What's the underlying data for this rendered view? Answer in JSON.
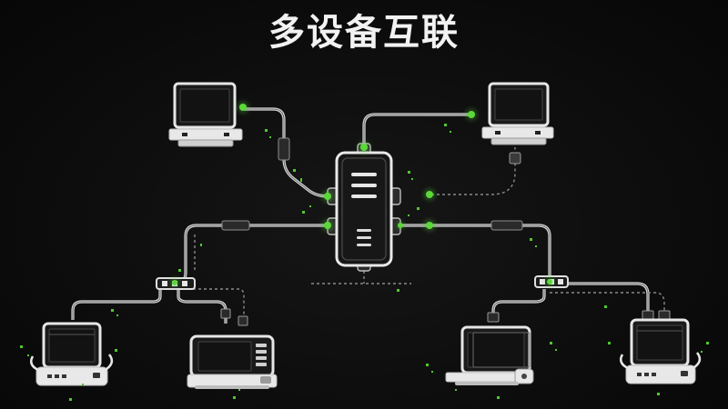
{
  "title": "多设备互联",
  "colors": {
    "background": "#0b0b0b",
    "title": "#f2f2f2",
    "device": "#e6e6e6",
    "accent_green": "#5bd83a"
  },
  "diagram": {
    "hub": {
      "icon": "central-hub-icon"
    },
    "devices": [
      {
        "id": "top-left-laptop",
        "icon": "laptop-icon"
      },
      {
        "id": "top-right-laptop",
        "icon": "laptop-icon"
      },
      {
        "id": "bottom-left-monitor-1",
        "icon": "monitor-icon"
      },
      {
        "id": "bottom-left-monitor-2",
        "icon": "monitor-icon"
      },
      {
        "id": "bottom-right-monitor-1",
        "icon": "monitor-icon"
      },
      {
        "id": "bottom-right-monitor-2",
        "icon": "monitor-icon"
      }
    ],
    "splitters": [
      {
        "id": "left-splitter",
        "icon": "usb-splitter-icon"
      },
      {
        "id": "right-splitter",
        "icon": "usb-splitter-icon"
      }
    ]
  }
}
